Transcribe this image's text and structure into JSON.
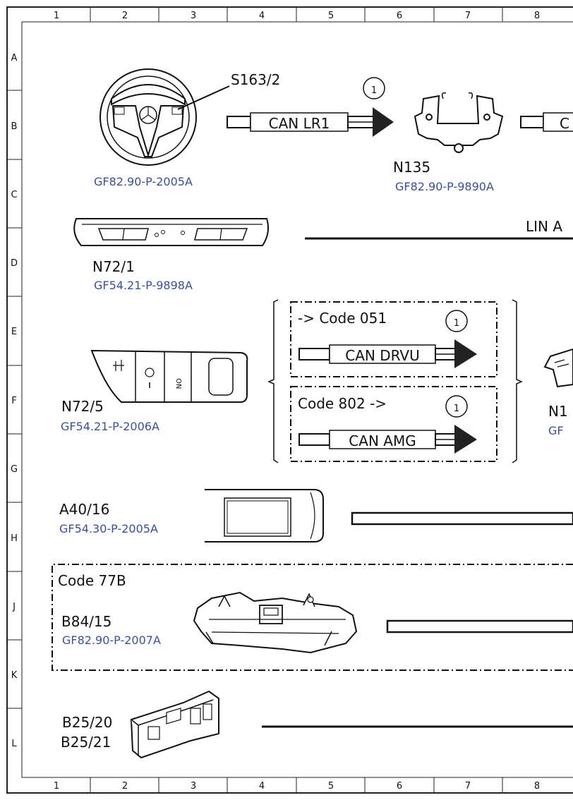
{
  "grid": {
    "columns": [
      "1",
      "2",
      "3",
      "4",
      "5",
      "6",
      "7",
      "8"
    ],
    "rows": [
      "A",
      "B",
      "C",
      "D",
      "E",
      "F",
      "G",
      "H",
      "J",
      "K",
      "L"
    ]
  },
  "components": {
    "s163_2": {
      "code": "S163/2",
      "doc": "GF82.90-P-2005A"
    },
    "n135": {
      "code": "N135",
      "doc": "GF82.90-P-9890A"
    },
    "n72_1": {
      "code": "N72/1",
      "doc": "GF54.21-P-9898A"
    },
    "n72_5": {
      "code": "N72/5",
      "doc": "GF54.21-P-2006A"
    },
    "a40_16": {
      "code": "A40/16",
      "doc": "GF54.30-P-2005A"
    },
    "b84_15": {
      "code": "B84/15",
      "doc": "GF82.90-P-2007A"
    },
    "b25": {
      "code1": "B25/20",
      "code2": "B25/21"
    },
    "n1_partial": {
      "code": "N1",
      "doc": "GF"
    }
  },
  "buses": {
    "can_lr1": "CAN LR1",
    "can_drvu": "CAN DRVU",
    "can_amg": "CAN AMG",
    "lin_partial": "LIN A",
    "right_partial": "C"
  },
  "codes": {
    "code_051": "-> Code 051",
    "code_802": "Code 802  ->",
    "code_77b": "Code 77B"
  },
  "markers": {
    "m1": "1",
    "m2": "1",
    "m3": "1"
  }
}
